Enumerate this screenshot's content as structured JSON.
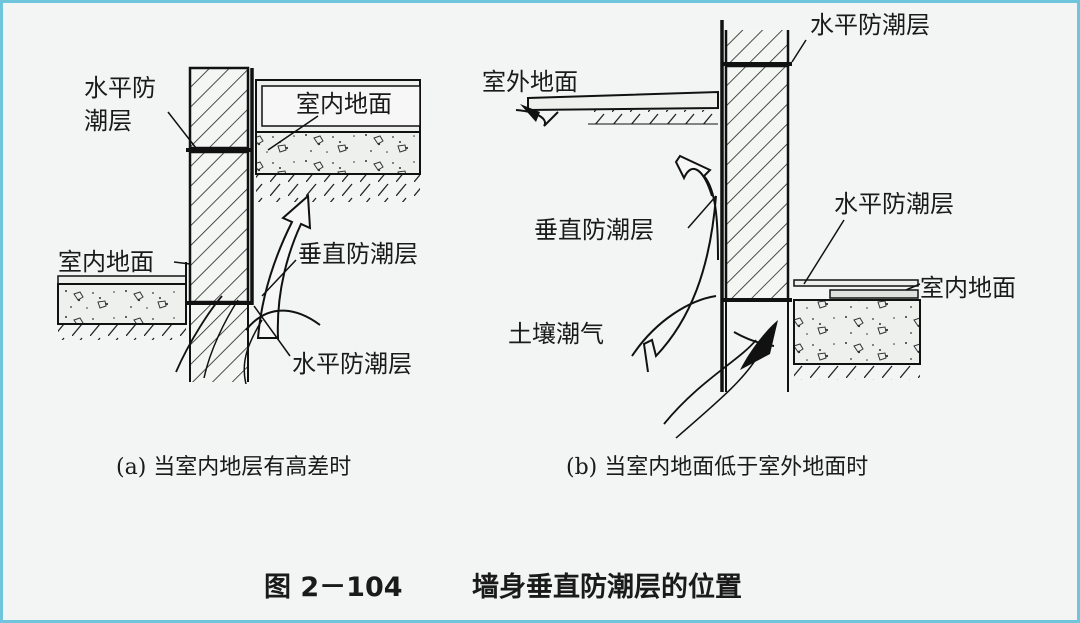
{
  "figure": {
    "number": "图 2－104",
    "title": "墙身垂直防潮层的位置"
  },
  "diagram_a": {
    "caption": "(a) 当室内地层有高差时",
    "labels": {
      "horizontal_dpc_top_line1": "水平防",
      "horizontal_dpc_top_line2": "潮层",
      "indoor_floor_high": "室内地面",
      "indoor_floor_low": "室内地面",
      "vertical_dpc": "垂直防潮层",
      "horizontal_dpc_bottom": "水平防潮层"
    }
  },
  "diagram_b": {
    "caption": "(b) 当室内地面低于室外地面时",
    "labels": {
      "horizontal_dpc_top": "水平防潮层",
      "outdoor_ground": "室外地面",
      "vertical_dpc": "垂直防潮层",
      "horizontal_dpc_mid": "水平防潮层",
      "indoor_floor": "室内地面",
      "soil_moisture": "土壤潮气"
    }
  },
  "colors": {
    "frame_border": "#6fc6dc",
    "background": "#f2f5f4",
    "ink": "#111111"
  }
}
